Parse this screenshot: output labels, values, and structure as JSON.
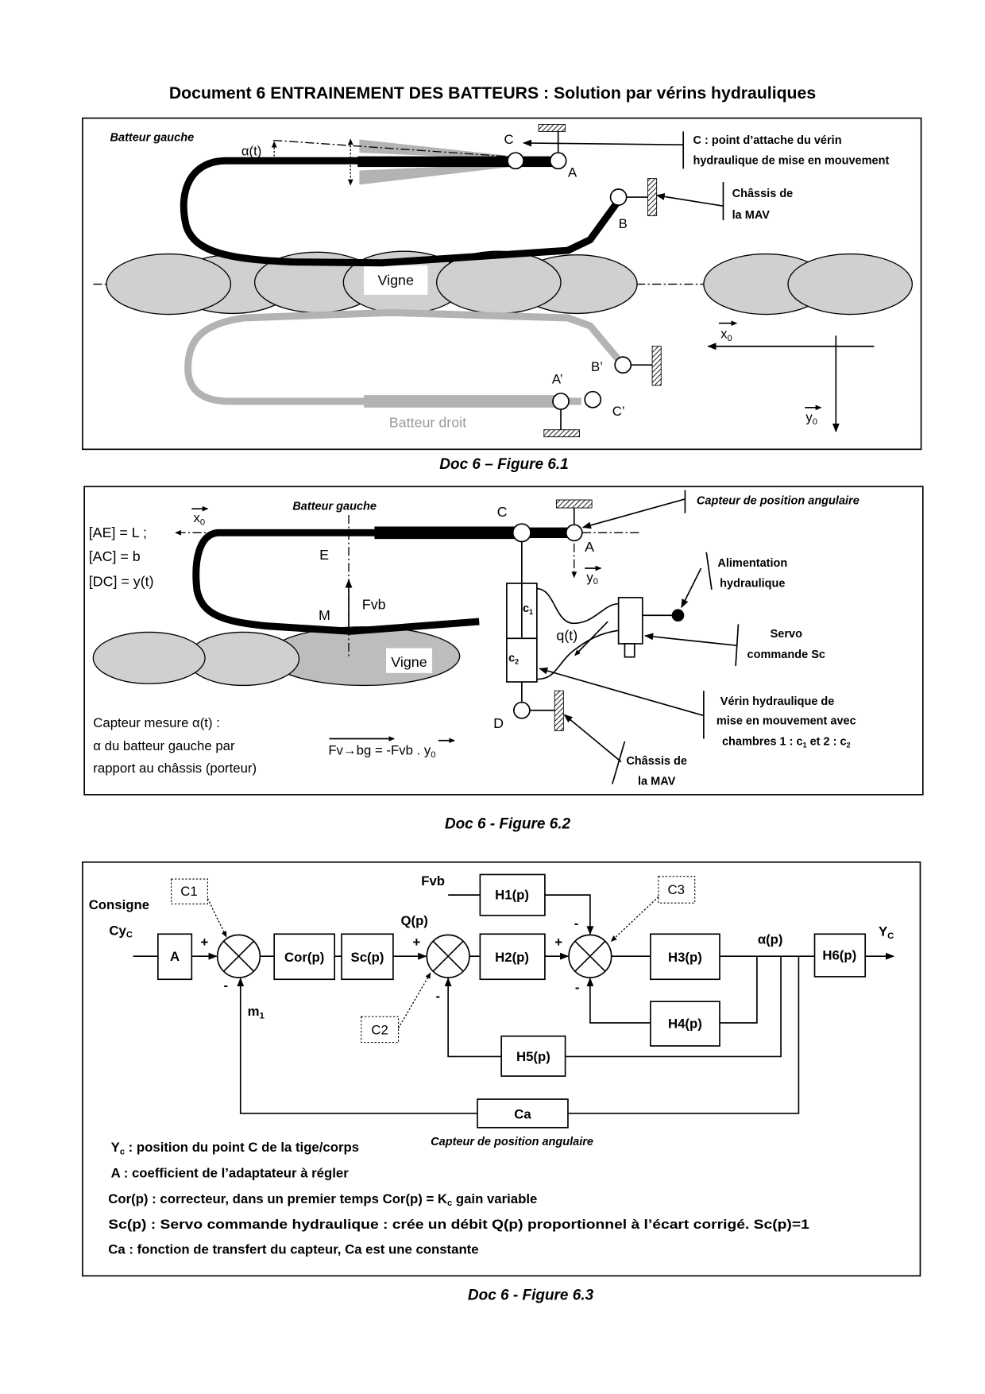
{
  "title": "Document 6  ENTRAINEMENT DES BATTEURS : Solution par vérins hydrauliques",
  "fig1": {
    "caption": "Doc 6 – Figure 6.1",
    "batteur_gauche": "Batteur gauche",
    "alpha": "α(t)",
    "C": "C",
    "A": "A",
    "B": "B",
    "note_c_line1": "C : point d’attache du vérin",
    "note_c_line2": "hydraulique de mise en mouvement",
    "chassis_line1": "Châssis de",
    "chassis_line2": "la MAV",
    "vigne": "Vigne",
    "B_prime": "B’",
    "A_prime": "A’",
    "C_prime": "C’",
    "batteur_droit": "Batteur droit",
    "x0": "x",
    "y0": "y",
    "sub0": "0",
    "colors": {
      "batteur_gauche": "#000000",
      "batteur_droit": "#b3b3b3",
      "vigne": "#d0d0d0"
    }
  },
  "fig2": {
    "caption": "Doc 6 - Figure 6.2",
    "batteur_gauche": "Batteur gauche",
    "x0": "x",
    "y0": "y",
    "sub0": "0",
    "ae": "[AE]  = L ;",
    "ac": "[AC]  = b",
    "dc": "[DC] = y(t)",
    "C": "C",
    "A": "A",
    "E": "E",
    "M": "M",
    "D": "D",
    "fvb": "Fvb",
    "vigne": "Vigne",
    "capteur_label": "Capteur de position angulaire",
    "alim_line1": "Alimentation",
    "alim_line2": "hydraulique",
    "servo_line1": "Servo",
    "servo_line2": "commande Sc",
    "c1": "c",
    "c2": "c",
    "sub1": "1",
    "sub2": "2",
    "qt": "q(t)",
    "verin_line1": "Vérin hydraulique de",
    "verin_line2": "mise en mouvement avec",
    "verin_line3a": "chambres 1 : c",
    "verin_line3b": " et 2 : c",
    "chassis_line1": "Châssis de",
    "chassis_line2": "la MAV",
    "capteur_mesure_1": "Capteur mesure α(t) :",
    "capteur_mesure_2": "α du batteur gauche par",
    "capteur_mesure_3": "rapport au châssis (porteur)",
    "force_formula_a": "Fv→bg = -Fvb . ",
    "force_formula_y": "y"
  },
  "fig3": {
    "caption": "Doc 6 - Figure 6.3",
    "consigne": "Consigne",
    "cyc_main": "Cy",
    "cyc_sub": "C",
    "blocks": {
      "A": "A",
      "cor": "Cor(p)",
      "sc": "Sc(p)",
      "h1": "H1(p)",
      "h2": "H2(p)",
      "h3": "H3(p)",
      "h4": "H4(p)",
      "h5": "H5(p)",
      "h6": "H6(p)",
      "ca": "Ca"
    },
    "comparators": {
      "c1": "C1",
      "c2": "C2",
      "c3": "C3"
    },
    "plus": "+",
    "minus": "-",
    "qp": "Q(p)",
    "fvb": "Fvb",
    "alpha_p": "α(p)",
    "yc_main": "Y",
    "yc_sub": "C",
    "m1_main": "m",
    "m1_sub": "1",
    "ca_caption": "Capteur de position angulaire",
    "legend": {
      "yc_a": "Y",
      "yc_sub": "c",
      "yc_b": " : position du point C de la tige/corps",
      "a": "A : coefficient de l’adaptateur à régler",
      "cor_a": "Cor(p) : correcteur, dans un premier temps Cor(p) = K",
      "cor_sub": "c",
      "cor_b": " gain variable",
      "sc": "Sc(p) : Servo commande hydraulique : crée un débit Q(p) proportionnel à l’écart corrigé. Sc(p)=1",
      "ca": "Ca : fonction de transfert du capteur, Ca est une constante"
    }
  }
}
